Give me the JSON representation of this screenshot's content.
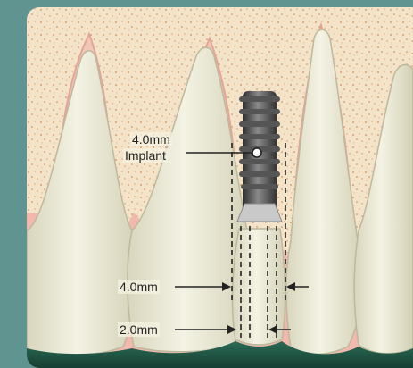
{
  "labels": {
    "implant": [
      "4.0mm",
      "Implant"
    ],
    "top_width": "4.0mm",
    "bottom_width": "2.0mm"
  },
  "colors": {
    "bone": "#f3e3c8",
    "gum": "#f2b7ad",
    "tooth": "#ecebd6",
    "implant": "#4d4d4d",
    "background": "#5f9490",
    "tissue": "#1e5a46"
  }
}
